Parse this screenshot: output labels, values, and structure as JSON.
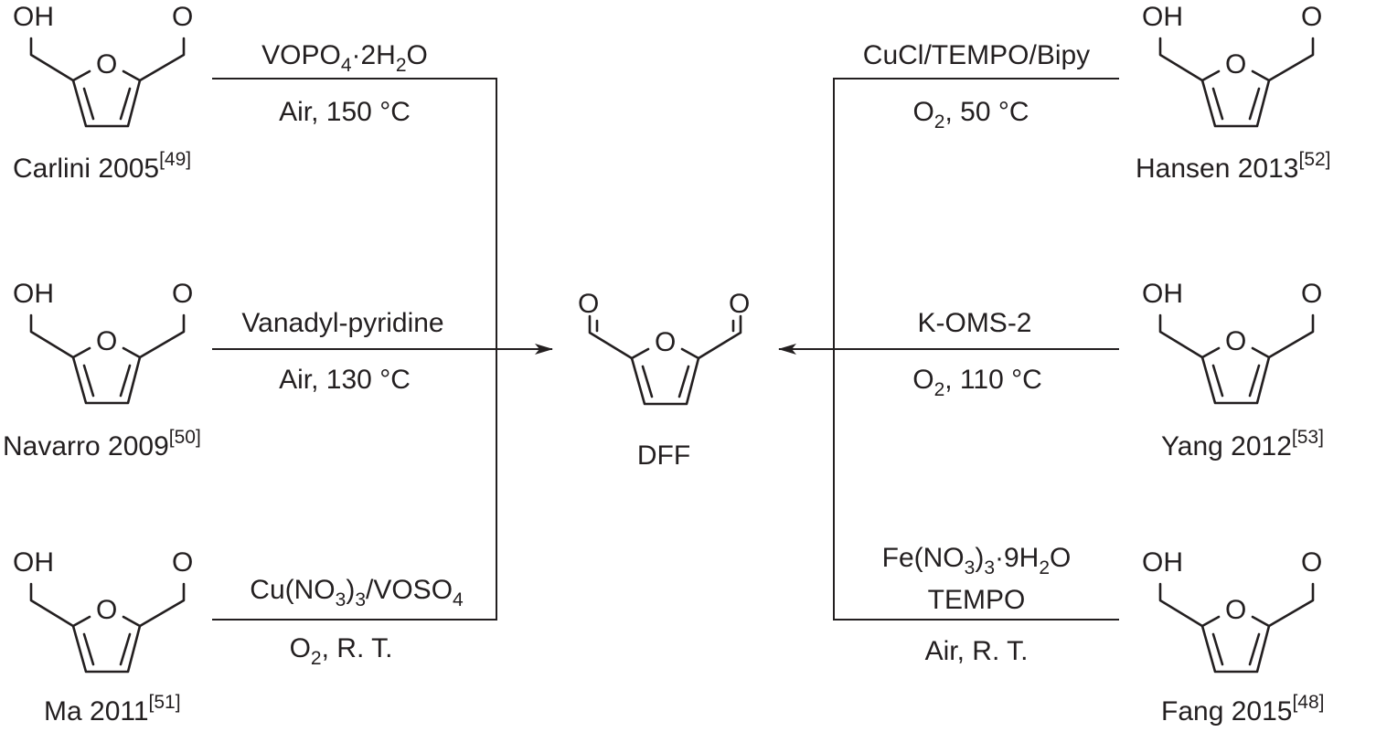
{
  "product": {
    "label": "DFF"
  },
  "atoms": {
    "oh": "OH",
    "o": "O"
  },
  "left": [
    {
      "reagent": [
        "VOPO",
        "4",
        "·2H",
        "2",
        "O"
      ],
      "conditions": [
        "Air, 150 °C"
      ],
      "author": "Carlini 2005",
      "ref": "[49]"
    },
    {
      "reagent": [
        "Vanadyl-pyridine"
      ],
      "conditions": [
        "Air, 130 °C"
      ],
      "author": "Navarro 2009",
      "ref": "[50]"
    },
    {
      "reagent": [
        "Cu(NO",
        "3",
        ")",
        "3",
        "/VOSO",
        "4"
      ],
      "conditions": [
        "O",
        "2",
        ", R. T."
      ],
      "author": "Ma 2011",
      "ref": "[51]"
    }
  ],
  "right": [
    {
      "reagent": [
        "CuCl/TEMPO/Bipy"
      ],
      "conditions": [
        "O",
        "2",
        ", 50 °C"
      ],
      "author": "Hansen 2013",
      "ref": "[52]"
    },
    {
      "reagent": [
        "K-OMS-2"
      ],
      "conditions": [
        "O",
        "2",
        ", 110 °C"
      ],
      "author": "Yang 2012",
      "ref": "[53]"
    },
    {
      "reagent": [
        "Fe(NO",
        "3",
        ")",
        "3",
        "·9H",
        "2",
        "O"
      ],
      "reagent2": "TEMPO",
      "conditions": [
        "Air, R. T."
      ],
      "author": "Fang 2015",
      "ref": "[48]"
    }
  ]
}
